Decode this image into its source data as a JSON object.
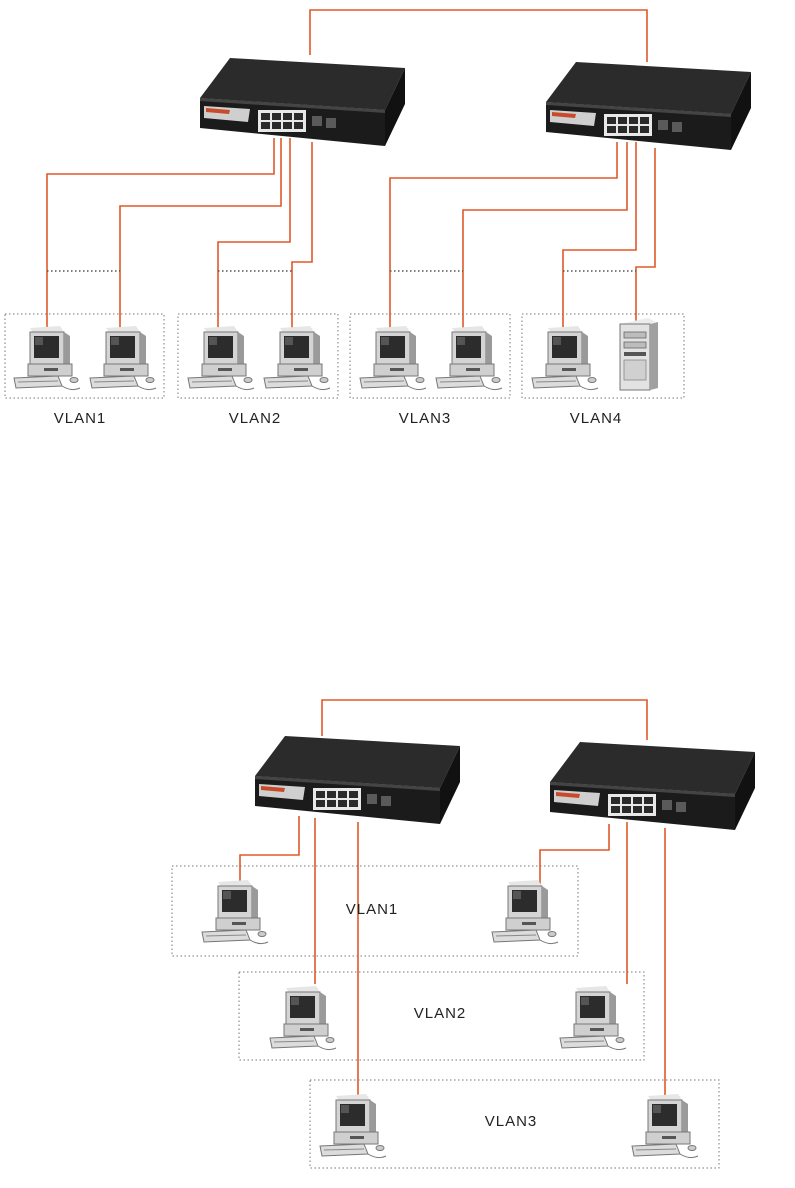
{
  "diagram1": {
    "vlans": [
      {
        "label": "VLAN1"
      },
      {
        "label": "VLAN2"
      },
      {
        "label": "VLAN3"
      },
      {
        "label": "VLAN4"
      }
    ]
  },
  "diagram2": {
    "vlans": [
      {
        "label": "VLAN1"
      },
      {
        "label": "VLAN2"
      },
      {
        "label": "VLAN3"
      }
    ]
  },
  "colors": {
    "cable": "#e0592a",
    "switch_body": "#1f1f1f",
    "switch_top": "#2b2b2b",
    "vlan_box_border": "#777777"
  },
  "icons": [
    "network-switch-icon",
    "desktop-computer-icon",
    "tower-server-icon"
  ]
}
